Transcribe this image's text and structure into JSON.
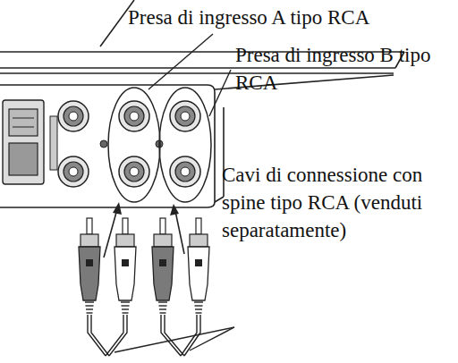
{
  "diagram": {
    "labels": [
      "Presa di ingresso A tipo RCA",
      "Presa di ingresso B tipo RCA",
      "Cavi di connessione con spine tipo RCA (venduti separatamente)"
    ]
  }
}
